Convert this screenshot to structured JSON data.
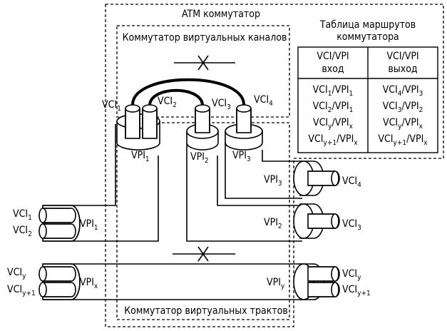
{
  "titles": {
    "atm_switch": "ATM коммутатор",
    "vc_switch": "Коммутатор виртуальных каналов",
    "vp_switch": "Коммутатор виртуальных трактов"
  },
  "table": {
    "title_line1": "Таблица маршрутов",
    "title_line2": "коммутатора",
    "header_in_top": "VCI/VPI",
    "header_in_bottom": "вход",
    "header_out_top": "VCI/VPI",
    "header_out_bottom": "выход",
    "rows": [
      {
        "in_vci_sub": "1",
        "in_vpi_sub": "1",
        "out_vci_sub": "4",
        "out_vpi_sub": "3"
      },
      {
        "in_vci_sub": "2",
        "in_vpi_sub": "1",
        "out_vci_sub": "3",
        "out_vpi_sub": "2"
      },
      {
        "in_vci_sub": "y",
        "in_vpi_sub": "x",
        "out_vci_sub": "y",
        "out_vpi_sub": "x"
      },
      {
        "in_vci_sub": "y+1",
        "in_vpi_sub": "x",
        "out_vci_sub": "y+1",
        "out_vpi_sub": "x"
      }
    ]
  },
  "labels": {
    "vci": "VCI",
    "vpi": "VPI",
    "sep": "/",
    "top_vci_subs": [
      "1",
      "2",
      "3",
      "4"
    ],
    "top_vpi_subs": [
      "1",
      "2",
      "3"
    ],
    "right_vpi3_sub": "3",
    "right_vpi2_sub": "2",
    "right_vci4_sub": "4",
    "right_vci3_sub": "3",
    "left_vci_subs": [
      "1",
      "2"
    ],
    "left_vpi1_sub": "1",
    "bottom_left_vci_subs": [
      "y",
      "y+1"
    ],
    "bottom_left_vpi_sub": "x",
    "bottom_right_vpi_sub": "y",
    "bottom_right_vci_subs": [
      "y",
      "y+1"
    ]
  }
}
